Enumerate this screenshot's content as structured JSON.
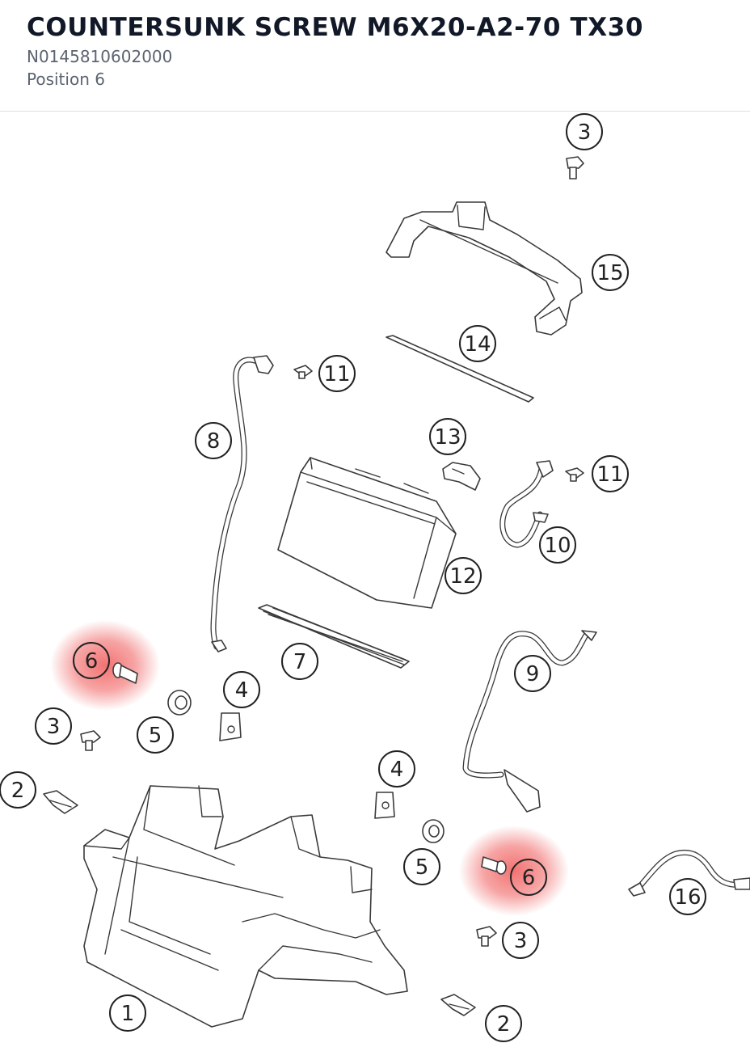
{
  "header": {
    "title": "COUNTERSUNK SCREW M6X20-A2-70 TX30",
    "part_number": "N0145810602000",
    "position": "Position 6"
  },
  "diagram": {
    "highlight_color": "#f05a5a",
    "selected_position": "6",
    "callouts": {
      "c1": "1",
      "c2a": "2",
      "c2b": "2",
      "c3a": "3",
      "c3b": "3",
      "c3c": "3",
      "c4a": "4",
      "c4b": "4",
      "c5a": "5",
      "c5b": "5",
      "c6a": "6",
      "c6b": "6",
      "c7": "7",
      "c8": "8",
      "c9": "9",
      "c10": "10",
      "c11a": "11",
      "c11b": "11",
      "c12": "12",
      "c13": "13",
      "c14": "14",
      "c15": "15",
      "c16": "16"
    }
  }
}
